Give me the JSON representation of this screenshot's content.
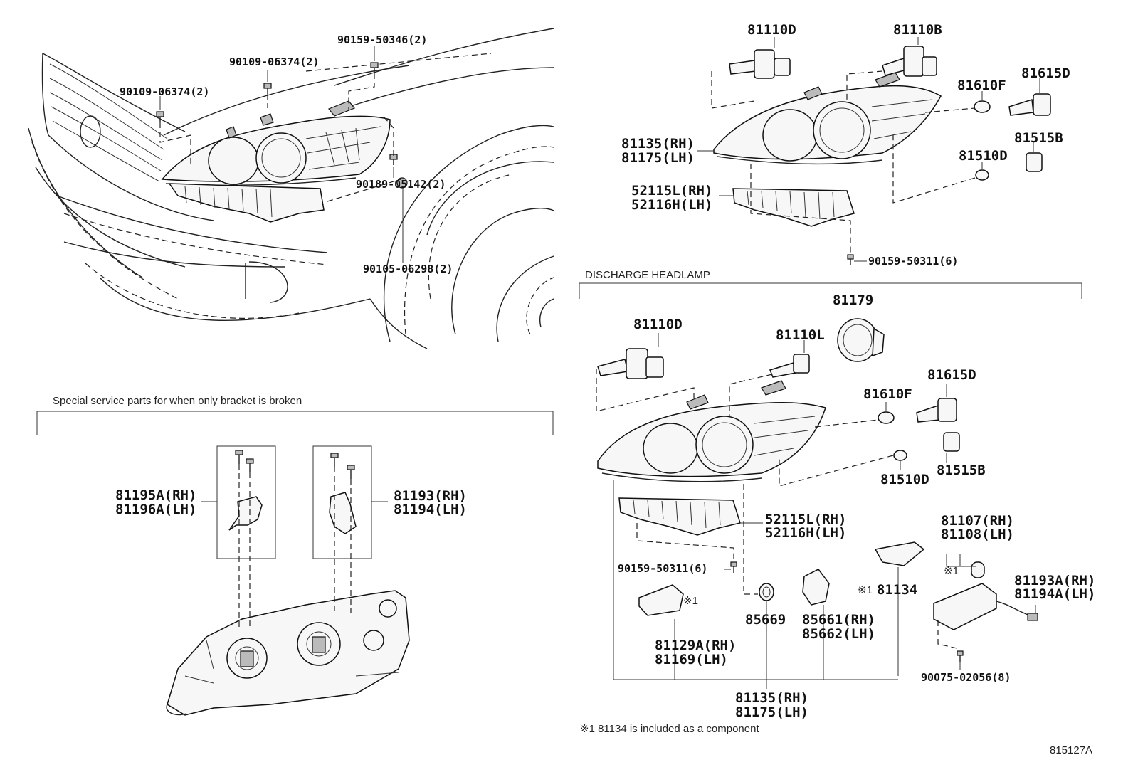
{
  "top_left": {
    "screw_a": "90109-06374(2)",
    "screw_b": "90109-06374(2)",
    "screw_c": "90159-50346(2)",
    "screw_d": "90189-05142(2)",
    "nut": "90105-06298(2)"
  },
  "halogen": {
    "bulb_d": "81110D",
    "bulb_b": "81110B",
    "socket_f": "81610F",
    "bulb_615d": "81615D",
    "housing_rh": "81135(RH)",
    "housing_lh": "81175(LH)",
    "socket_515b": "81515B",
    "socket_510d": "81510D",
    "bracket_rh": "52115L(RH)",
    "bracket_lh": "52116H(LH)",
    "screw": "90159-50311(6)"
  },
  "discharge": {
    "title": "DISCHARGE HEADLAMP",
    "bulb_d": "81110D",
    "ring": "81179",
    "bulb_l": "81110L",
    "bulb_615d": "81615D",
    "socket_f": "81610F",
    "socket_510d": "81510D",
    "socket_515b": "81515B",
    "bracket_rh": "52115L(RH)",
    "bracket_lh": "52116H(LH)",
    "ballast_rh": "81107(RH)",
    "ballast_lh": "81108(LH)",
    "screw_small": "90159-50311(6)",
    "cover_mark": "※1",
    "cover": "81134",
    "ballast_mark": "※1",
    "harness_rh": "81193A(RH)",
    "harness_lh": "81194A(LH)",
    "gasket": "85669",
    "motor_rh": "85661(RH)",
    "motor_lh": "85662(LH)",
    "igniter_mark": "※1",
    "igniter_rh": "81129A(RH)",
    "igniter_lh": "81169(LH)",
    "screw_ballast": "90075-02056(8)",
    "housing_rh": "81135(RH)",
    "housing_lh": "81175(LH)",
    "footnote": "※1 81134 is included as a component"
  },
  "special": {
    "title": "Special service parts for when only bracket is broken",
    "left_rh": "81195A(RH)",
    "left_lh": "81196A(LH)",
    "right_rh": "81193(RH)",
    "right_lh": "81194(LH)"
  },
  "diagram_code": "815127A"
}
